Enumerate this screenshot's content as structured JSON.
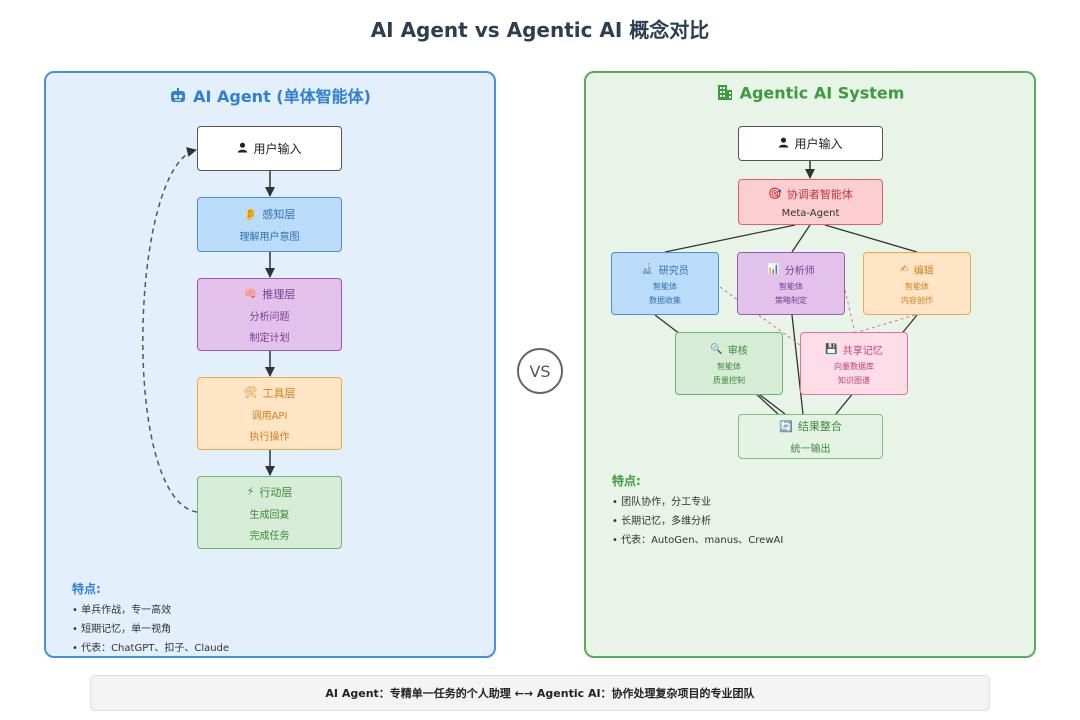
{
  "title": "AI Agent vs Agentic AI 概念对比",
  "left": {
    "title": "AI Agent (单体智能体)",
    "title_icon": "robot-icon",
    "input": "用户输入",
    "layers": [
      {
        "icon": "ear-icon",
        "glyph": "👂",
        "title": "感知层",
        "lines": [
          "理解用户意图"
        ]
      },
      {
        "icon": "brain-icon",
        "glyph": "🧠",
        "title": "推理层",
        "lines": [
          "分析问题",
          "制定计划"
        ]
      },
      {
        "icon": "tools-icon",
        "glyph": "🛠",
        "title": "工具层",
        "lines": [
          "调用API",
          "执行操作"
        ]
      },
      {
        "icon": "lightning-icon",
        "glyph": "⚡",
        "title": "行动层",
        "lines": [
          "生成回复",
          "完成任务"
        ]
      }
    ],
    "features_heading": "特点:",
    "features": [
      "• 单兵作战，专一高效",
      "• 短期记忆，单一视角",
      "• 代表：ChatGPT、扣子、Claude"
    ]
  },
  "vs": "VS",
  "right": {
    "title": "Agentic AI System",
    "title_icon": "building-icon",
    "input": "用户输入",
    "coordinator": {
      "icon": "target-icon",
      "glyph": "🎯",
      "title": "协调者智能体",
      "sub": "Meta-Agent"
    },
    "agents": [
      {
        "icon": "microscope-icon",
        "glyph": "🔬",
        "title": "研究员",
        "sub": "智能体",
        "sub2": "数据收集"
      },
      {
        "icon": "chart-icon",
        "glyph": "📊",
        "title": "分析师",
        "sub": "智能体",
        "sub2": "策略制定"
      },
      {
        "icon": "pen-icon",
        "glyph": "✍",
        "title": "编辑",
        "sub": "智能体",
        "sub2": "内容创作"
      },
      {
        "icon": "magnifier-icon",
        "glyph": "🔍",
        "title": "审核",
        "sub": "智能体",
        "sub2": "质量控制"
      }
    ],
    "memory": {
      "icon": "floppy-icon",
      "glyph": "💾",
      "title": "共享记忆",
      "sub": "向量数据库",
      "sub2": "知识图谱"
    },
    "result": {
      "icon": "refresh-icon",
      "glyph": "🔄",
      "title": "结果整合",
      "sub": "统一输出"
    },
    "features_heading": "特点:",
    "features": [
      "• 团队协作，分工专业",
      "• 长期记忆，多维分析",
      "• 代表：AutoGen、manus、CrewAI"
    ]
  },
  "footer": "AI Agent：专精单一任务的个人助理 ←→ Agentic AI：协作处理复杂项目的专业团队"
}
